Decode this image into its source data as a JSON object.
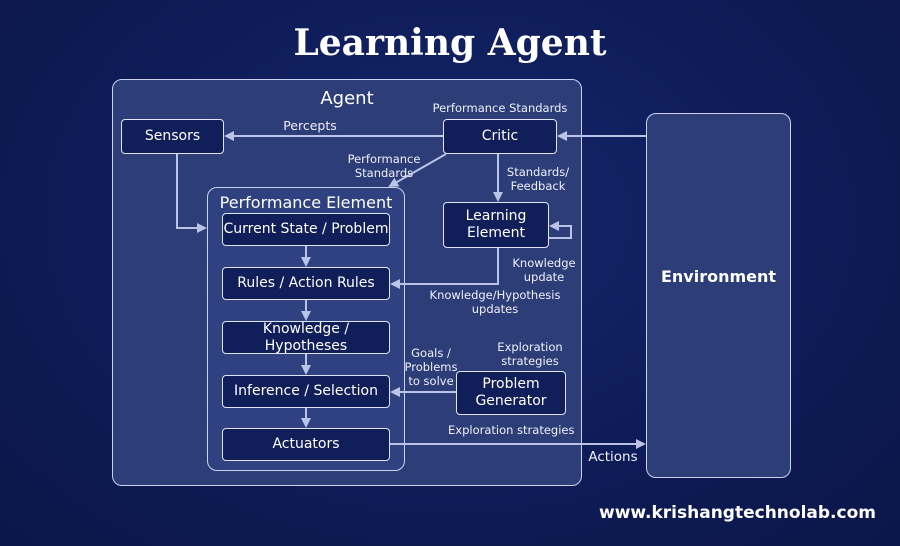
{
  "title": "Learning Agent",
  "agent": {
    "label": "Agent",
    "sensors": "Sensors",
    "critic": "Critic",
    "learning_element": [
      "Learning",
      "Element"
    ],
    "problem_generator": [
      "Problem",
      "Generator"
    ],
    "performance_element": {
      "label": "Performance Element",
      "steps": [
        "Current State / Problem",
        "Rules / Action Rules",
        "Knowledge / Hypotheses",
        "Inference / Selection",
        "Actuators"
      ]
    }
  },
  "environment": {
    "label": "Environment"
  },
  "edge_labels": {
    "performance_standards_top": "Performance Standards",
    "percepts": "Percepts",
    "performance_standards": [
      "Performance",
      "Standards"
    ],
    "standards_feedback": [
      "Standards/",
      "Feedback"
    ],
    "knowledge_update": [
      "Knowledge",
      "update"
    ],
    "knowledge_hypothesis_updates": [
      "Knowledge/Hypothesis",
      "updates"
    ],
    "goals_problems": [
      "Goals /",
      "Problems",
      "to solve"
    ],
    "exploration_strategies_top": [
      "Exploration",
      "strategies"
    ],
    "exploration_strategies_bottom": "Exploration strategies",
    "actions": "Actions"
  },
  "footer": {
    "url": "www.krishangtechnolab.com"
  },
  "colors": {
    "background": "#0e1c58",
    "panel": "#2c3d77",
    "box": "#101e59",
    "border": "#dfe5f7",
    "arrow": "#b9c4e6"
  }
}
